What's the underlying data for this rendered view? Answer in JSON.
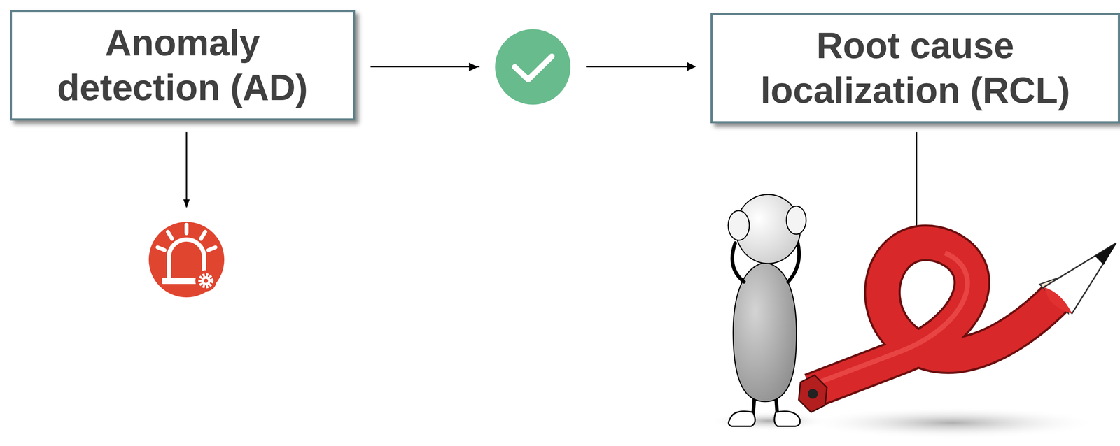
{
  "diagram": {
    "nodes": [
      {
        "text": [
          "Anomaly detection (AD)"
        ]
      },
      {
        "text": [
          "Root cause localization (RCL)"
        ]
      }
    ],
    "edges": [
      {
        "from": 0,
        "to": 1,
        "arrow": "to"
      }
    ]
  }
}
